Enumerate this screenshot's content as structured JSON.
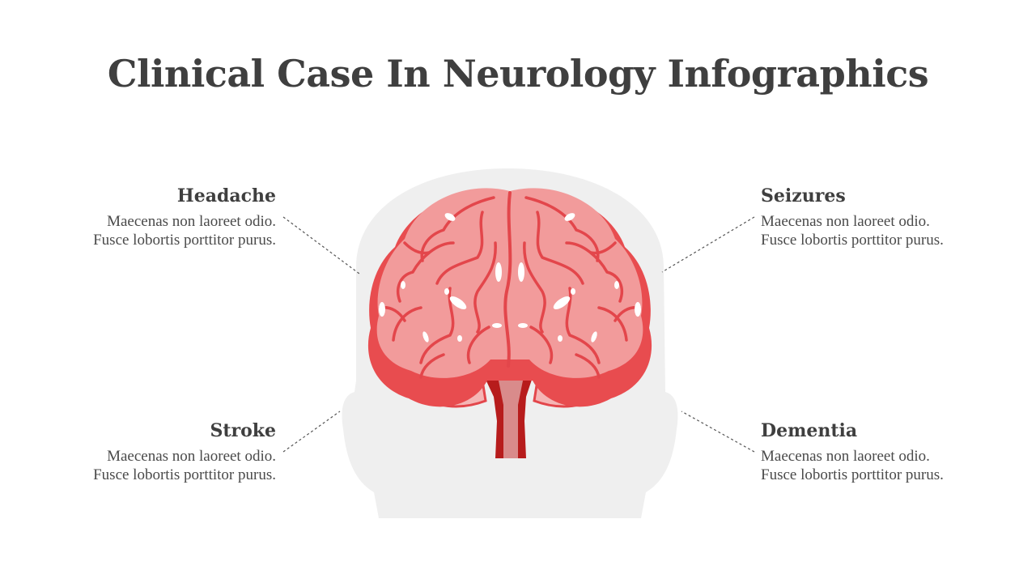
{
  "title": "Clinical Case In Neurology Infographics",
  "items": [
    {
      "heading": "Headache",
      "line1": "Maecenas non laoreet odio.",
      "line2": "Fusce lobortis porttitor purus."
    },
    {
      "heading": "Seizures",
      "line1": "Maecenas non laoreet odio.",
      "line2": "Fusce lobortis porttitor purus."
    },
    {
      "heading": "Stroke",
      "line1": "Maecenas non laoreet odio.",
      "line2": "Fusce lobortis porttitor purus."
    },
    {
      "heading": "Dementia",
      "line1": "Maecenas non laoreet odio.",
      "line2": "Fusce lobortis porttitor purus."
    }
  ],
  "colors": {
    "title_text": "#3f3f3f",
    "head_silhouette": "#efefef",
    "brain_light": "#f29b9b",
    "brain_dark": "#e84c4f",
    "brain_outline": "#e3464b",
    "brainstem": "#b71c1c",
    "brainstem_inner": "#d98b8b",
    "connector": "#555555"
  },
  "icons": {
    "figure": "brain-in-head-icon"
  }
}
